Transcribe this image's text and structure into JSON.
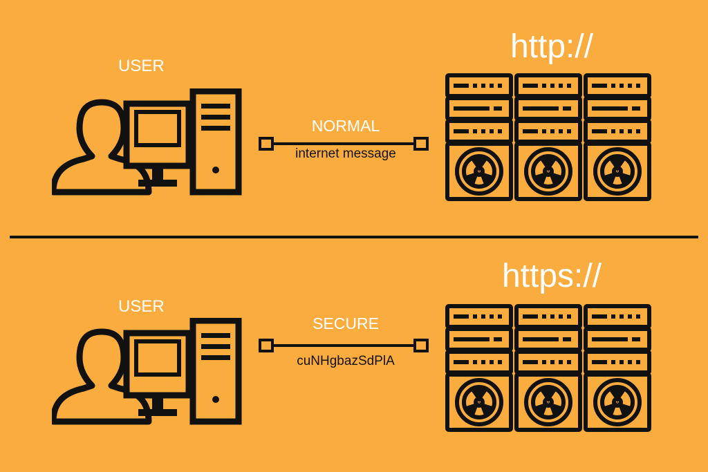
{
  "colors": {
    "background": "#fbac3e",
    "ink": "#111111",
    "label": "#ffffff"
  },
  "icons": {
    "user": "user-computer-icon",
    "server": "server-rack-icon",
    "connector": "cable-connector-icon"
  },
  "top": {
    "user_label": "USER",
    "connection_label": "NORMAL",
    "message": "internet message",
    "protocol": "http://"
  },
  "bottom": {
    "user_label": "USER",
    "connection_label": "SECURE",
    "message": "cuNHgbazSdPlA",
    "protocol": "https://"
  }
}
